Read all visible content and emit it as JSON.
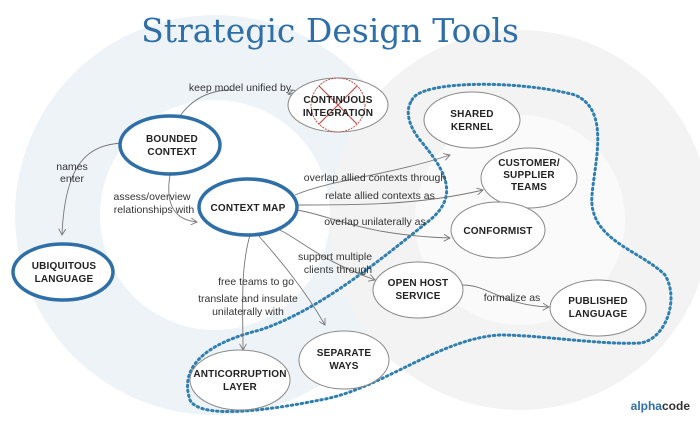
{
  "title": "Strategic Design Tools",
  "nodes": {
    "bounded_context": [
      "Bounded",
      "Context"
    ],
    "context_map": [
      "Context Map"
    ],
    "ubiquitous_language": [
      "Ubiquitous",
      "Language"
    ],
    "continuous_integration": [
      "Continuous",
      "Integration"
    ],
    "shared_kernel": [
      "Shared",
      "Kernel"
    ],
    "customer_supplier": [
      "Customer/",
      "Supplier",
      "Teams"
    ],
    "conformist": [
      "Conformist"
    ],
    "open_host_service": [
      "Open Host",
      "Service"
    ],
    "published_language": [
      "Published",
      "Language"
    ],
    "separate_ways": [
      "Separate",
      "Ways"
    ],
    "anticorruption_layer": [
      "Anticorruption",
      "Layer"
    ]
  },
  "edges": {
    "keep_unified": "keep model unified by",
    "names_enter": [
      "names",
      "enter"
    ],
    "assess": [
      "assess/overview",
      "relationships with"
    ],
    "overlap_allied": "overlap allied contexts through",
    "relate_allied": "relate allied contexts as",
    "overlap_unilateral": "overlap unilaterally as",
    "support_multiple": [
      "support multiple",
      "clients through"
    ],
    "free_teams": "free teams to go",
    "translate": [
      "translate and insulate",
      "unilaterally with"
    ],
    "formalize": "formalize as"
  },
  "logo": {
    "part1": "alpha",
    "part2": "code"
  },
  "colors": {
    "accent": "#2f6fa8",
    "dotted": "#2f7fb0",
    "ci_red": "#c0504d"
  }
}
